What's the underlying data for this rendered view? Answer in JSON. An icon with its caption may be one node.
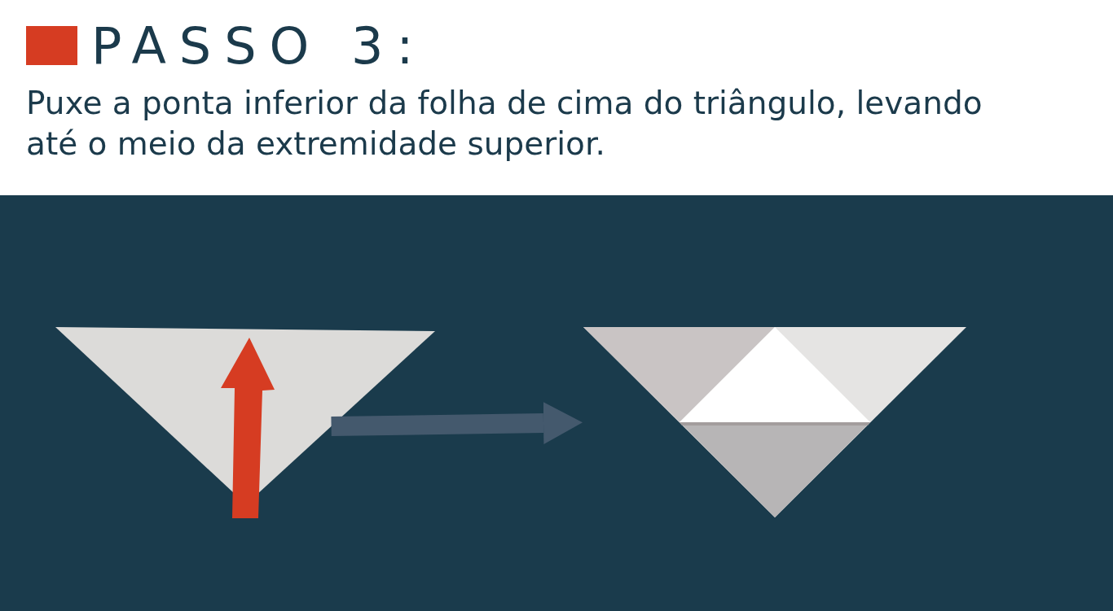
{
  "diagram": {
    "title": "PASSO 3:",
    "nodes": [
      {
        "text": [],
        "shape": "triangle"
      },
      {
        "text": [],
        "shape": "triangle"
      }
    ],
    "edges": [
      {
        "from": 0,
        "to": 1,
        "arrow": "to"
      }
    ],
    "labels": [
      "Puxe a ponta inferior da folha de cima do triângulo, levando até o meio da extremidade superior."
    ]
  }
}
